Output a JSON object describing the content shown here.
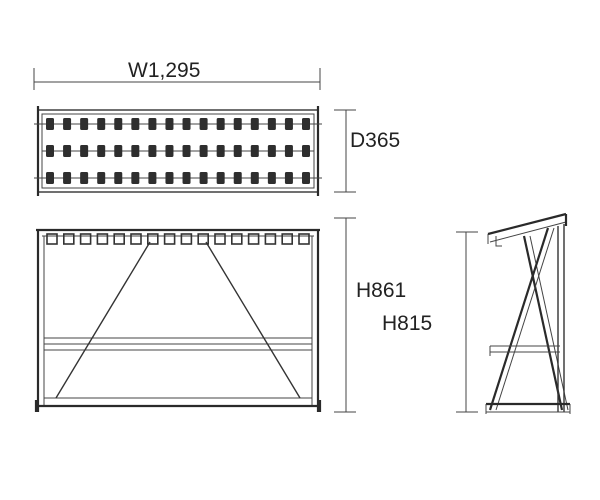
{
  "dimensions": {
    "width": "W1,295",
    "depth": "D365",
    "height_total": "H861",
    "height_rack": "H815"
  },
  "views": {
    "top": {
      "rows": 3,
      "slots_per_row": 16
    },
    "front": {
      "hangers": 16
    },
    "side": {}
  }
}
